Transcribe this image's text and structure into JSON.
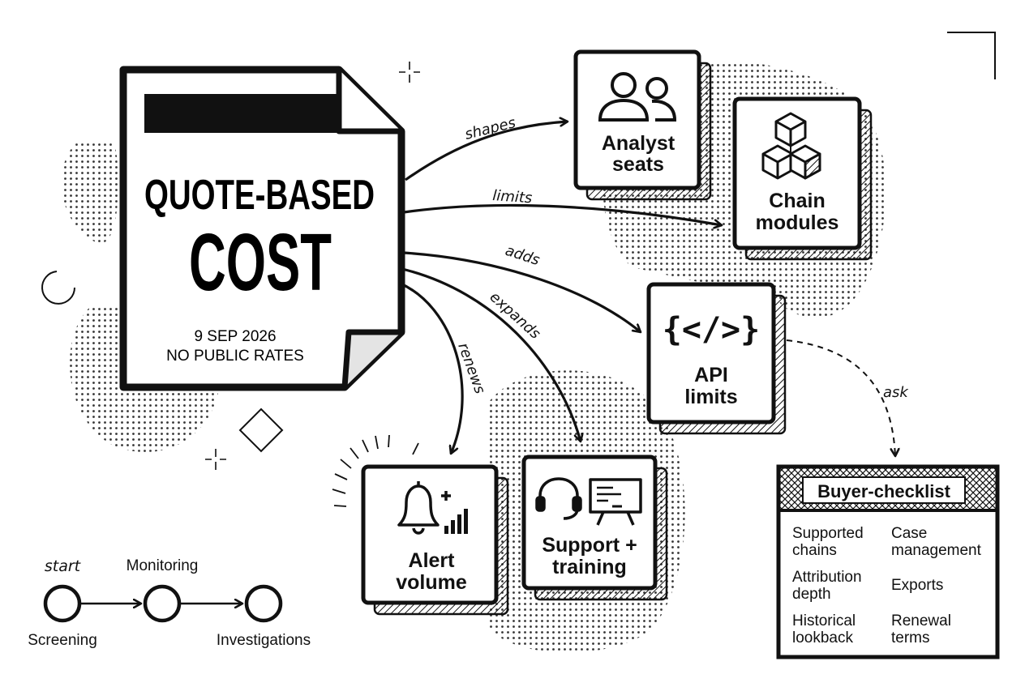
{
  "document": {
    "title_line1": "QUOTE-BASED",
    "title_line2": "COST",
    "date": "9 SEP 2026",
    "note": "NO PUBLIC RATES"
  },
  "factors": {
    "analyst_seats": {
      "line1": "Analyst",
      "line2": "seats",
      "icon": "users-icon"
    },
    "chain_modules": {
      "line1": "Chain",
      "line2": "modules",
      "icon": "cubes-icon"
    },
    "api_limits": {
      "line1": "API",
      "line2": "limits",
      "icon": "code-braces-icon"
    },
    "alert_volume": {
      "line1": "Alert",
      "line2": "volume",
      "icon": "bell-plus-icon"
    },
    "support_training": {
      "line1": "Support +",
      "line2": "training",
      "icon": "headset-presentation-icon"
    }
  },
  "edges": {
    "shapes": "shapes",
    "limits": "limits",
    "adds": "adds",
    "expands": "expands",
    "renews": "renews",
    "ask": "ask"
  },
  "checklist": {
    "title": "Buyer-checklist",
    "items": [
      {
        "line1": "Supported",
        "line2": "chains"
      },
      {
        "line1": "Case",
        "line2": "management"
      },
      {
        "line1": "Attribution",
        "line2": "depth"
      },
      {
        "line1": "Exports",
        "line2": ""
      },
      {
        "line1": "Historical",
        "line2": "lookback"
      },
      {
        "line1": "Renewal",
        "line2": "terms"
      }
    ]
  },
  "flow": {
    "start_label": "start",
    "steps": [
      "Screening",
      "Monitoring",
      "Investigations"
    ]
  }
}
